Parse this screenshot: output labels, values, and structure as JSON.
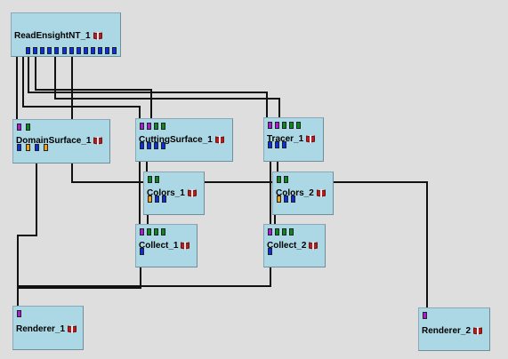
{
  "network": {
    "colors": {
      "module_bg": "#acd8e6",
      "wire": "#111111",
      "port_blue": "#0a2ee0",
      "port_green": "#0a8a1e",
      "port_purple": "#b01ad4",
      "port_orange": "#f0a010",
      "canvas_bg": "#dedede"
    },
    "modules": [
      {
        "id": "read",
        "label": "ReadEnsightNT_1",
        "icon": "book-icon",
        "inputs": [],
        "outputs": [
          "blue",
          "blue",
          "blue",
          "blue",
          "blue",
          "blue",
          "blue",
          "blue",
          "blue",
          "blue",
          "blue",
          "blue",
          "blue"
        ]
      },
      {
        "id": "domain",
        "label": "DomainSurface_1",
        "icon": "book-icon",
        "inputs": [
          "purple",
          "green"
        ],
        "outputs": [
          "blue",
          "orange",
          "blue",
          "orange"
        ]
      },
      {
        "id": "cutting",
        "label": "CuttingSurface_1",
        "icon": "book-icon",
        "inputs": [
          "purple",
          "purple",
          "green",
          "green"
        ],
        "outputs": [
          "blue",
          "blue",
          "blue",
          "blue"
        ]
      },
      {
        "id": "tracer",
        "label": "Tracer_1",
        "icon": "book-icon",
        "inputs": [
          "purple",
          "purple",
          "green",
          "green",
          "green"
        ],
        "outputs": [
          "blue",
          "blue",
          "blue"
        ]
      },
      {
        "id": "colors1",
        "label": "Colors_1",
        "icon": "book-icon",
        "inputs": [
          "green",
          "green"
        ],
        "outputs": [
          "orange",
          "blue",
          "blue"
        ]
      },
      {
        "id": "colors2",
        "label": "Colors_2",
        "icon": "book-icon",
        "inputs": [
          "green",
          "green"
        ],
        "outputs": [
          "orange",
          "blue",
          "blue"
        ]
      },
      {
        "id": "collect1",
        "label": "Collect_1",
        "icon": "book-icon",
        "inputs": [
          "purple",
          "green",
          "green",
          "green"
        ],
        "outputs": [
          "blue"
        ]
      },
      {
        "id": "collect2",
        "label": "Collect_2",
        "icon": "book-icon",
        "inputs": [
          "purple",
          "green",
          "green",
          "green"
        ],
        "outputs": [
          "blue"
        ]
      },
      {
        "id": "renderer1",
        "label": "Renderer_1",
        "icon": "book-icon",
        "inputs": [
          "purple"
        ],
        "outputs": []
      },
      {
        "id": "renderer2",
        "label": "Renderer_2",
        "icon": "book-icon",
        "inputs": [
          "purple"
        ],
        "outputs": []
      }
    ]
  }
}
